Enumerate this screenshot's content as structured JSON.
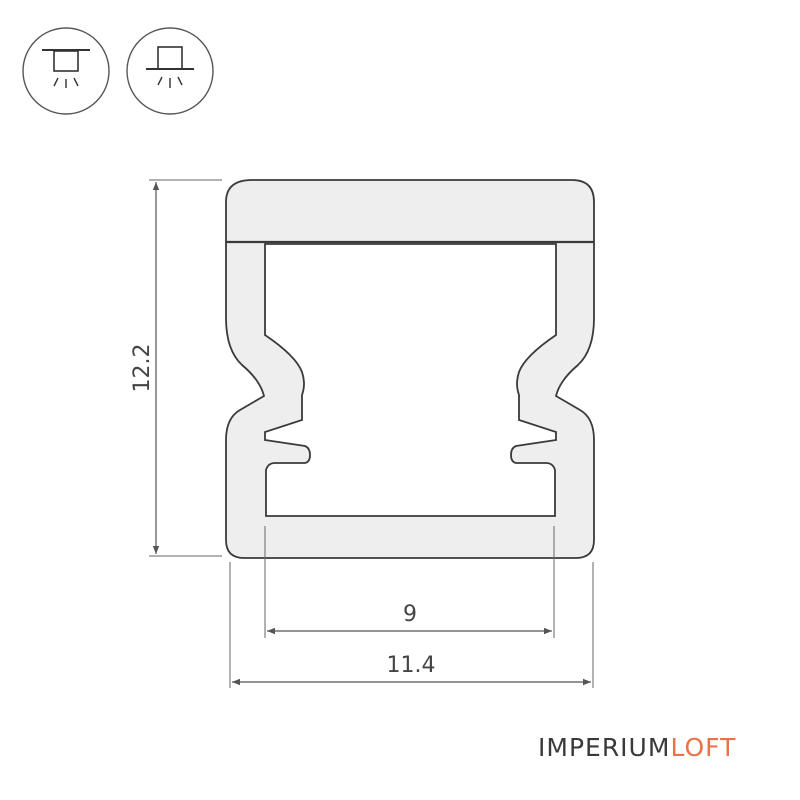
{
  "mounting_icons": [
    {
      "name": "surface-mount-icon"
    },
    {
      "name": "recessed-mount-icon"
    }
  ],
  "dimensions": {
    "height": "12.2",
    "inner_width": "9",
    "outer_width": "11.4"
  },
  "logo": {
    "primary": "IMPERIUM",
    "accent": "LOFT",
    "accent_color": "#e8734a"
  },
  "colors": {
    "profile_fill": "#eeeeee",
    "profile_stroke": "#3a3a3a",
    "dimension_line": "#555555"
  }
}
